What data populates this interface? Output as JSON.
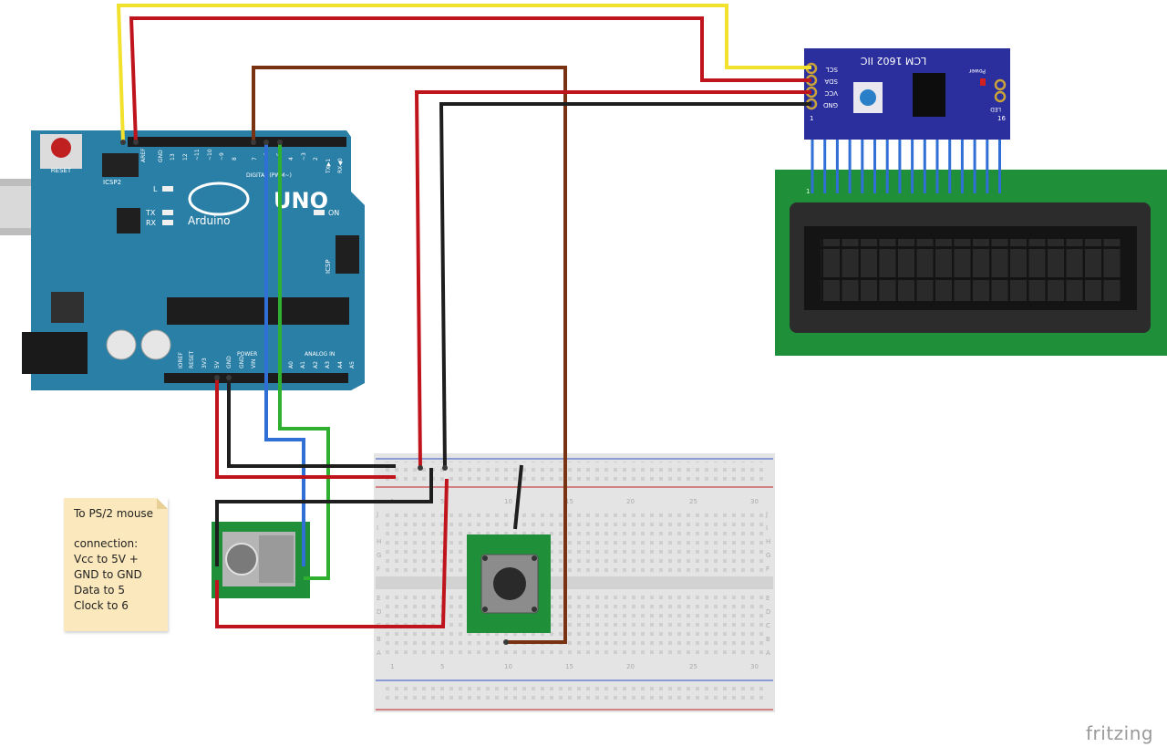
{
  "arduino": {
    "brand": "UNO",
    "name": "Arduino",
    "reset_label": "RESET",
    "icsp2_label": "ICSP2",
    "icsp_label": "ICSP",
    "digital_label": "DIGITAL (PWM~)",
    "power_label": "POWER",
    "analog_label": "ANALOG IN",
    "led_l": "L",
    "led_tx": "TX",
    "led_rx": "RX",
    "led_on": "ON",
    "aref": "AREF",
    "gnd": "GND",
    "pin13": "13",
    "pin12": "12",
    "pin11": "~11",
    "pin10": "~10",
    "pin9": "~9",
    "pin8": "8",
    "pin7": "7",
    "pin6": "~6",
    "pin5": "~5",
    "pin4": "4",
    "pin3": "~3",
    "pin2": "2",
    "pin1": "TX▶1",
    "pin0": "RX◀0",
    "ioref": "IOREF",
    "reset_pin": "RESET",
    "v33": "3V3",
    "v5": "5V",
    "gnd1": "GND",
    "gnd2": "GND",
    "vin": "VIN",
    "a0": "A0",
    "a1": "A1",
    "a2": "A2",
    "a3": "A3",
    "a4": "A4",
    "a5": "A5"
  },
  "i2c_module": {
    "title": "LCM 1602 IIC",
    "power": "Power",
    "led": "LED",
    "scl": "SCL",
    "sda": "SDA",
    "vcc": "VCC",
    "gnd": "GND",
    "pin_first": "1",
    "pin_last": "16"
  },
  "lcd": {
    "pin_first": "1"
  },
  "breadboard": {
    "col_labels": [
      "1",
      "5",
      "10",
      "15",
      "20",
      "25",
      "30"
    ],
    "row_labels": [
      "J",
      "I",
      "H",
      "G",
      "F",
      "E",
      "D",
      "C",
      "B",
      "A"
    ]
  },
  "note": {
    "lines": [
      "To PS/2 mouse",
      "connection:",
      "Vcc to 5V +",
      "GND to GND",
      "Data to 5",
      "Clock to 6"
    ]
  },
  "watermark": "fritzing",
  "colors": {
    "arduino_board": "#2a7fa6",
    "i2c_board": "#2b2f9e",
    "lcd_board": "#1f8f3a",
    "wire_red": "#c0141c",
    "wire_black": "#1e1e1e",
    "wire_yellow": "#f2e22e",
    "wire_brown": "#7a3312",
    "wire_blue": "#2f6fd6",
    "wire_green": "#30b030"
  }
}
